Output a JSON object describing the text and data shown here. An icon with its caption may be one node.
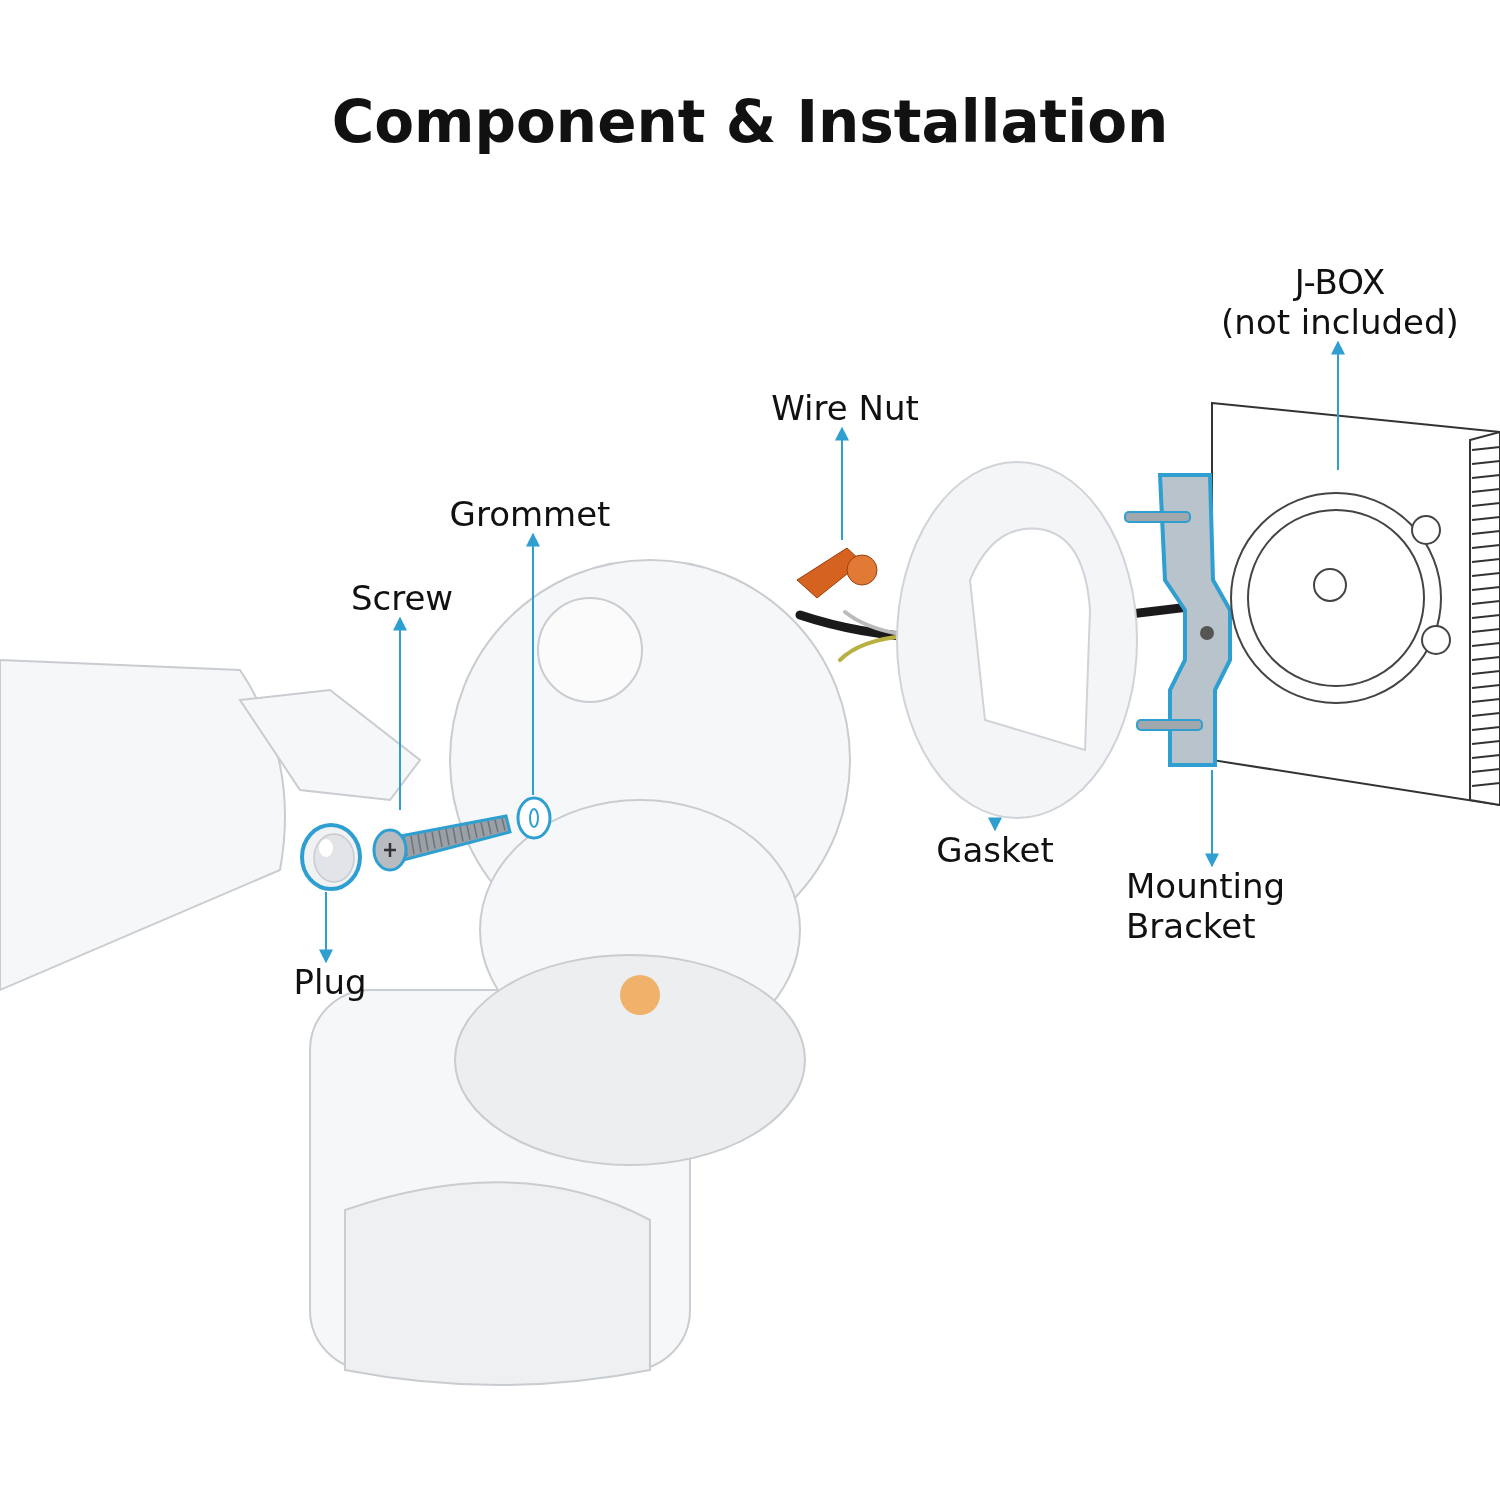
{
  "diagram": {
    "title": "Component & Installation",
    "nodes": [
      {
        "text": [
          "J-BOX",
          "(not included)"
        ]
      },
      {
        "text": [
          "Wire Nut"
        ]
      },
      {
        "text": [
          "Grommet"
        ]
      },
      {
        "text": [
          "Screw"
        ]
      },
      {
        "text": [
          "Gasket"
        ]
      },
      {
        "text": [
          "Mounting Bracket"
        ]
      },
      {
        "text": [
          "Plug"
        ]
      },
      {
        "text": [],
        "shape": "picture"
      },
      {
        "text": [],
        "shape": "picture"
      },
      {
        "text": [],
        "shape": "picture"
      },
      {
        "text": [],
        "shape": "picture"
      },
      {
        "text": [],
        "shape": "picture"
      },
      {
        "text": [],
        "shape": "picture"
      },
      {
        "text": [],
        "shape": "picture"
      }
    ],
    "edges": [
      {
        "from": 12,
        "to": 0,
        "arrow": "to"
      },
      {
        "from": 7,
        "to": 1,
        "arrow": "to"
      },
      {
        "from": 8,
        "to": 2,
        "arrow": "to"
      },
      {
        "from": 9,
        "to": 3,
        "arrow": "to"
      },
      {
        "from": 10,
        "to": 4,
        "arrow": "to"
      },
      {
        "from": 11,
        "to": 5,
        "arrow": "to"
      },
      {
        "from": 13,
        "to": 6,
        "arrow": "to"
      }
    ]
  }
}
